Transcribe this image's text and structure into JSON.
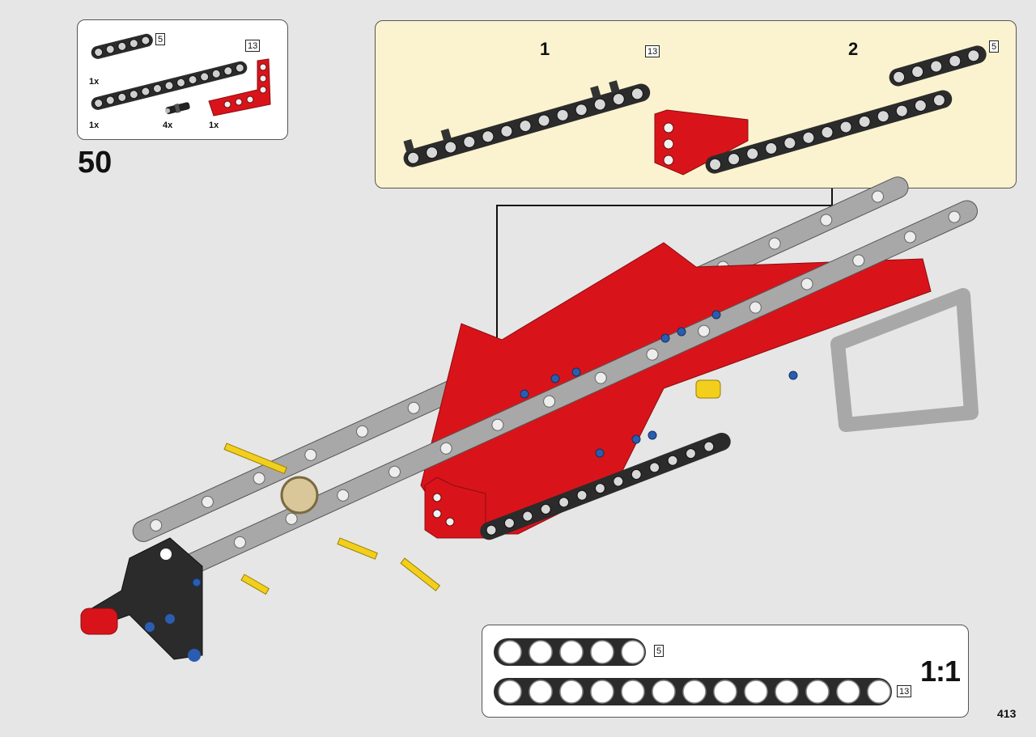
{
  "step": {
    "number": "50"
  },
  "page": {
    "number": "413"
  },
  "parts": {
    "items": [
      {
        "name": "black-beam-5",
        "qty": "1x",
        "length": "5"
      },
      {
        "name": "black-beam-13",
        "qty": "1x",
        "length": "13"
      },
      {
        "name": "axle-pin-connector",
        "qty": "4x"
      },
      {
        "name": "red-angled-beam",
        "qty": "1x"
      }
    ]
  },
  "substeps": {
    "one": {
      "label": "1",
      "length": "13"
    },
    "two": {
      "label": "2",
      "length": "5"
    }
  },
  "scale": {
    "label": "1:1",
    "beam_short": "5",
    "beam_long": "13"
  },
  "colors": {
    "beam_black": "#2b2b2b",
    "beam_gray": "#a8a8a8",
    "part_red": "#d8141a",
    "axle_yellow": "#f2cf1c",
    "pin_blue": "#2a5db0",
    "callout_bg": "#fbf3cf"
  }
}
